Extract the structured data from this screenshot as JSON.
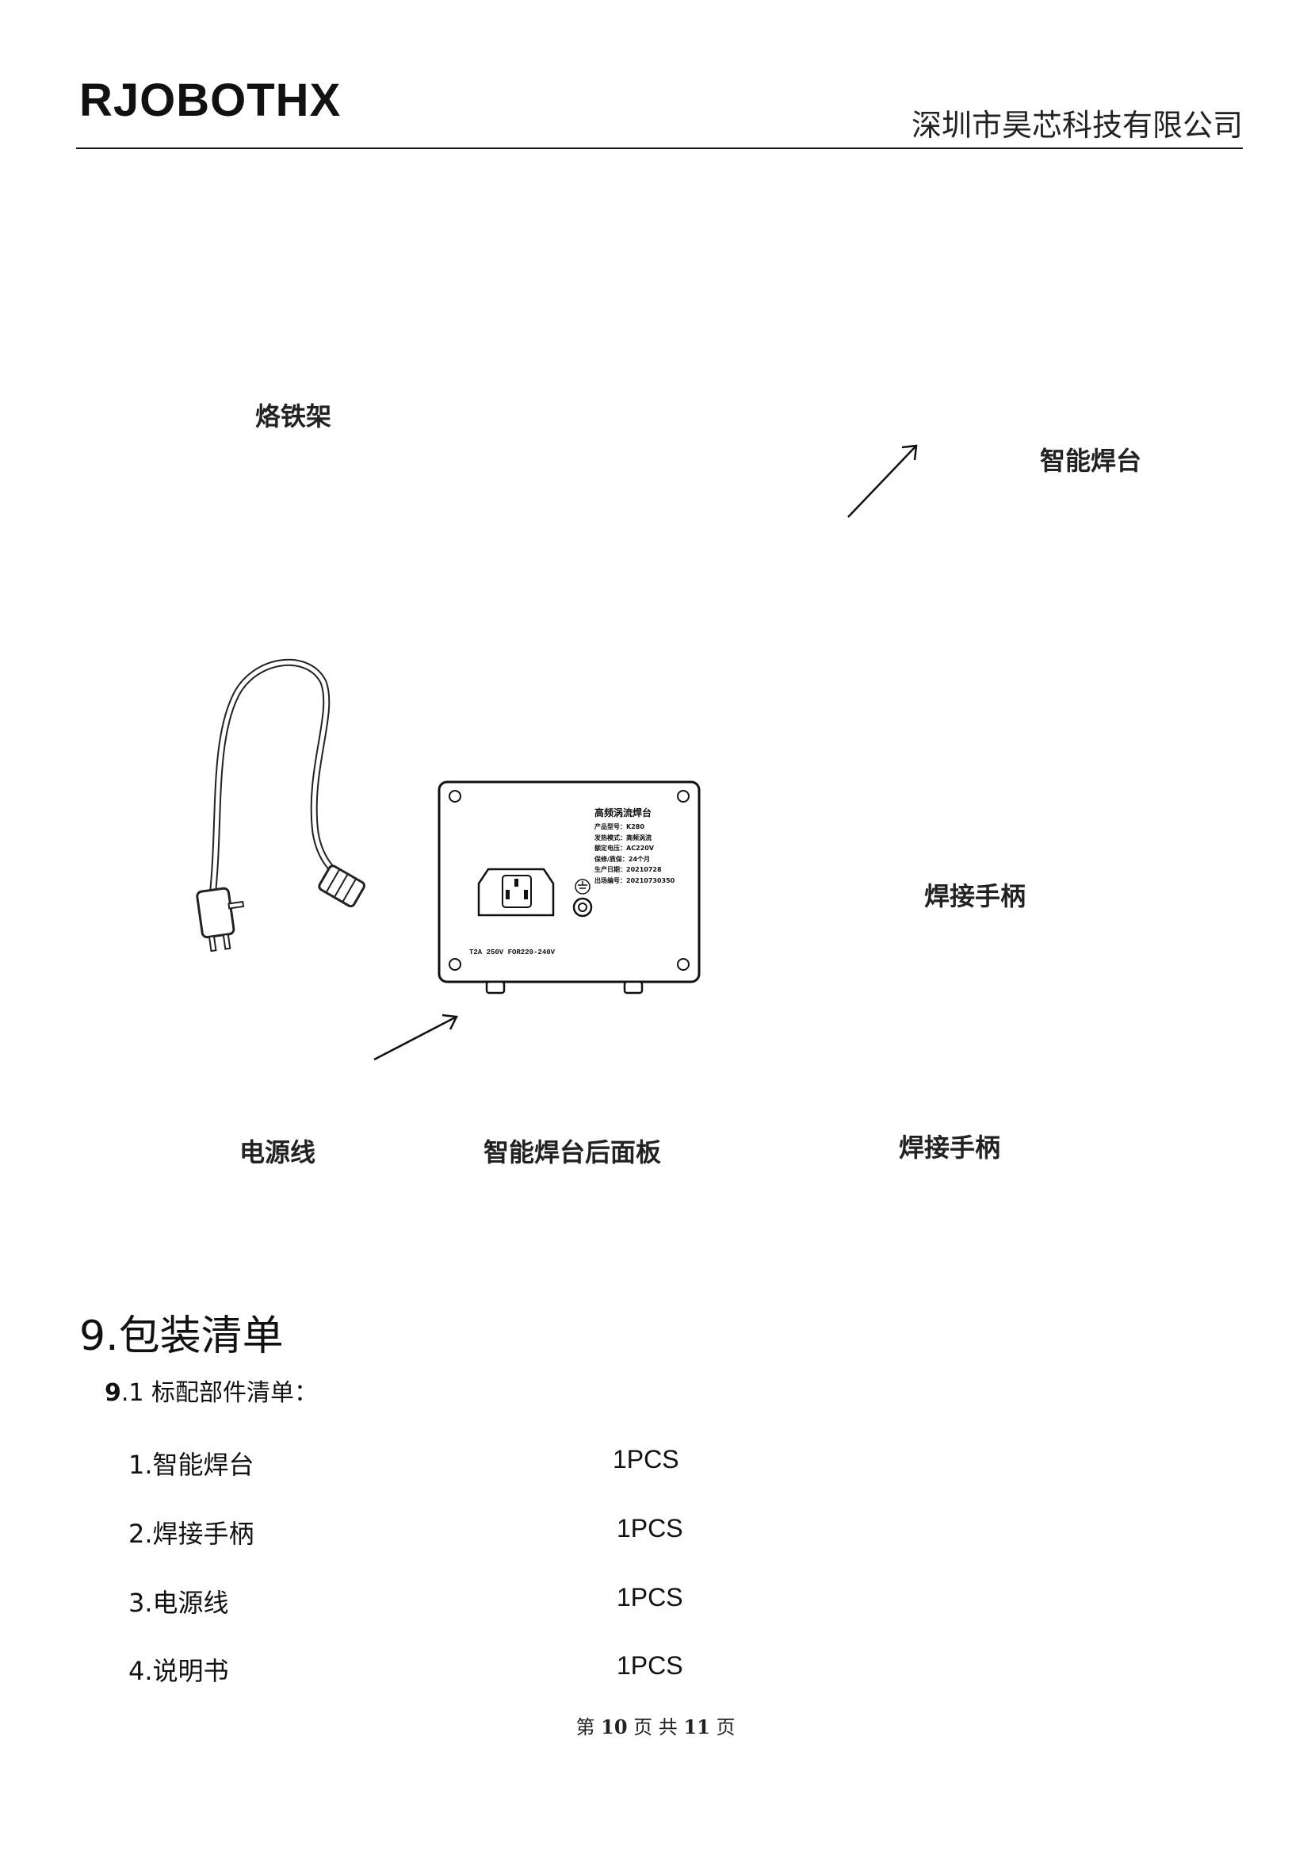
{
  "header": {
    "logo_text": "RJOBOTHX",
    "company": "深圳市昊芯科技有限公司"
  },
  "captions": {
    "iron_holder": "烙铁架",
    "station": "智能焊台",
    "handle_right": "焊接手柄",
    "power_cord": "电源线",
    "back_panel": "智能焊台后面板",
    "handle_bottom": "焊接手柄"
  },
  "back_panel_label": {
    "title": "高频涡流焊台",
    "lines": [
      "产品型号：K280",
      "发热模式：高频涡流",
      "额定电压：AC220V",
      "保修/质保：24个月",
      "生产日期：20210728",
      "出场编号：20210730350"
    ],
    "fuse": "T2A 250V FOR220-240V"
  },
  "section": {
    "title": "9.包装清单",
    "subtitle_num": "9",
    "subtitle_rest": ".1 标配部件清单："
  },
  "items": [
    {
      "name": "1.智能焊台",
      "qty": "1PCS"
    },
    {
      "name": "2.焊接手柄",
      "qty": "1PCS"
    },
    {
      "name": "3.电源线",
      "qty": "1PCS"
    },
    {
      "name": "4.说明书",
      "qty": "1PCS"
    }
  ],
  "footer": {
    "pre": "第",
    "page": "10",
    "mid": "页 共",
    "total": "11",
    "post": "页"
  }
}
